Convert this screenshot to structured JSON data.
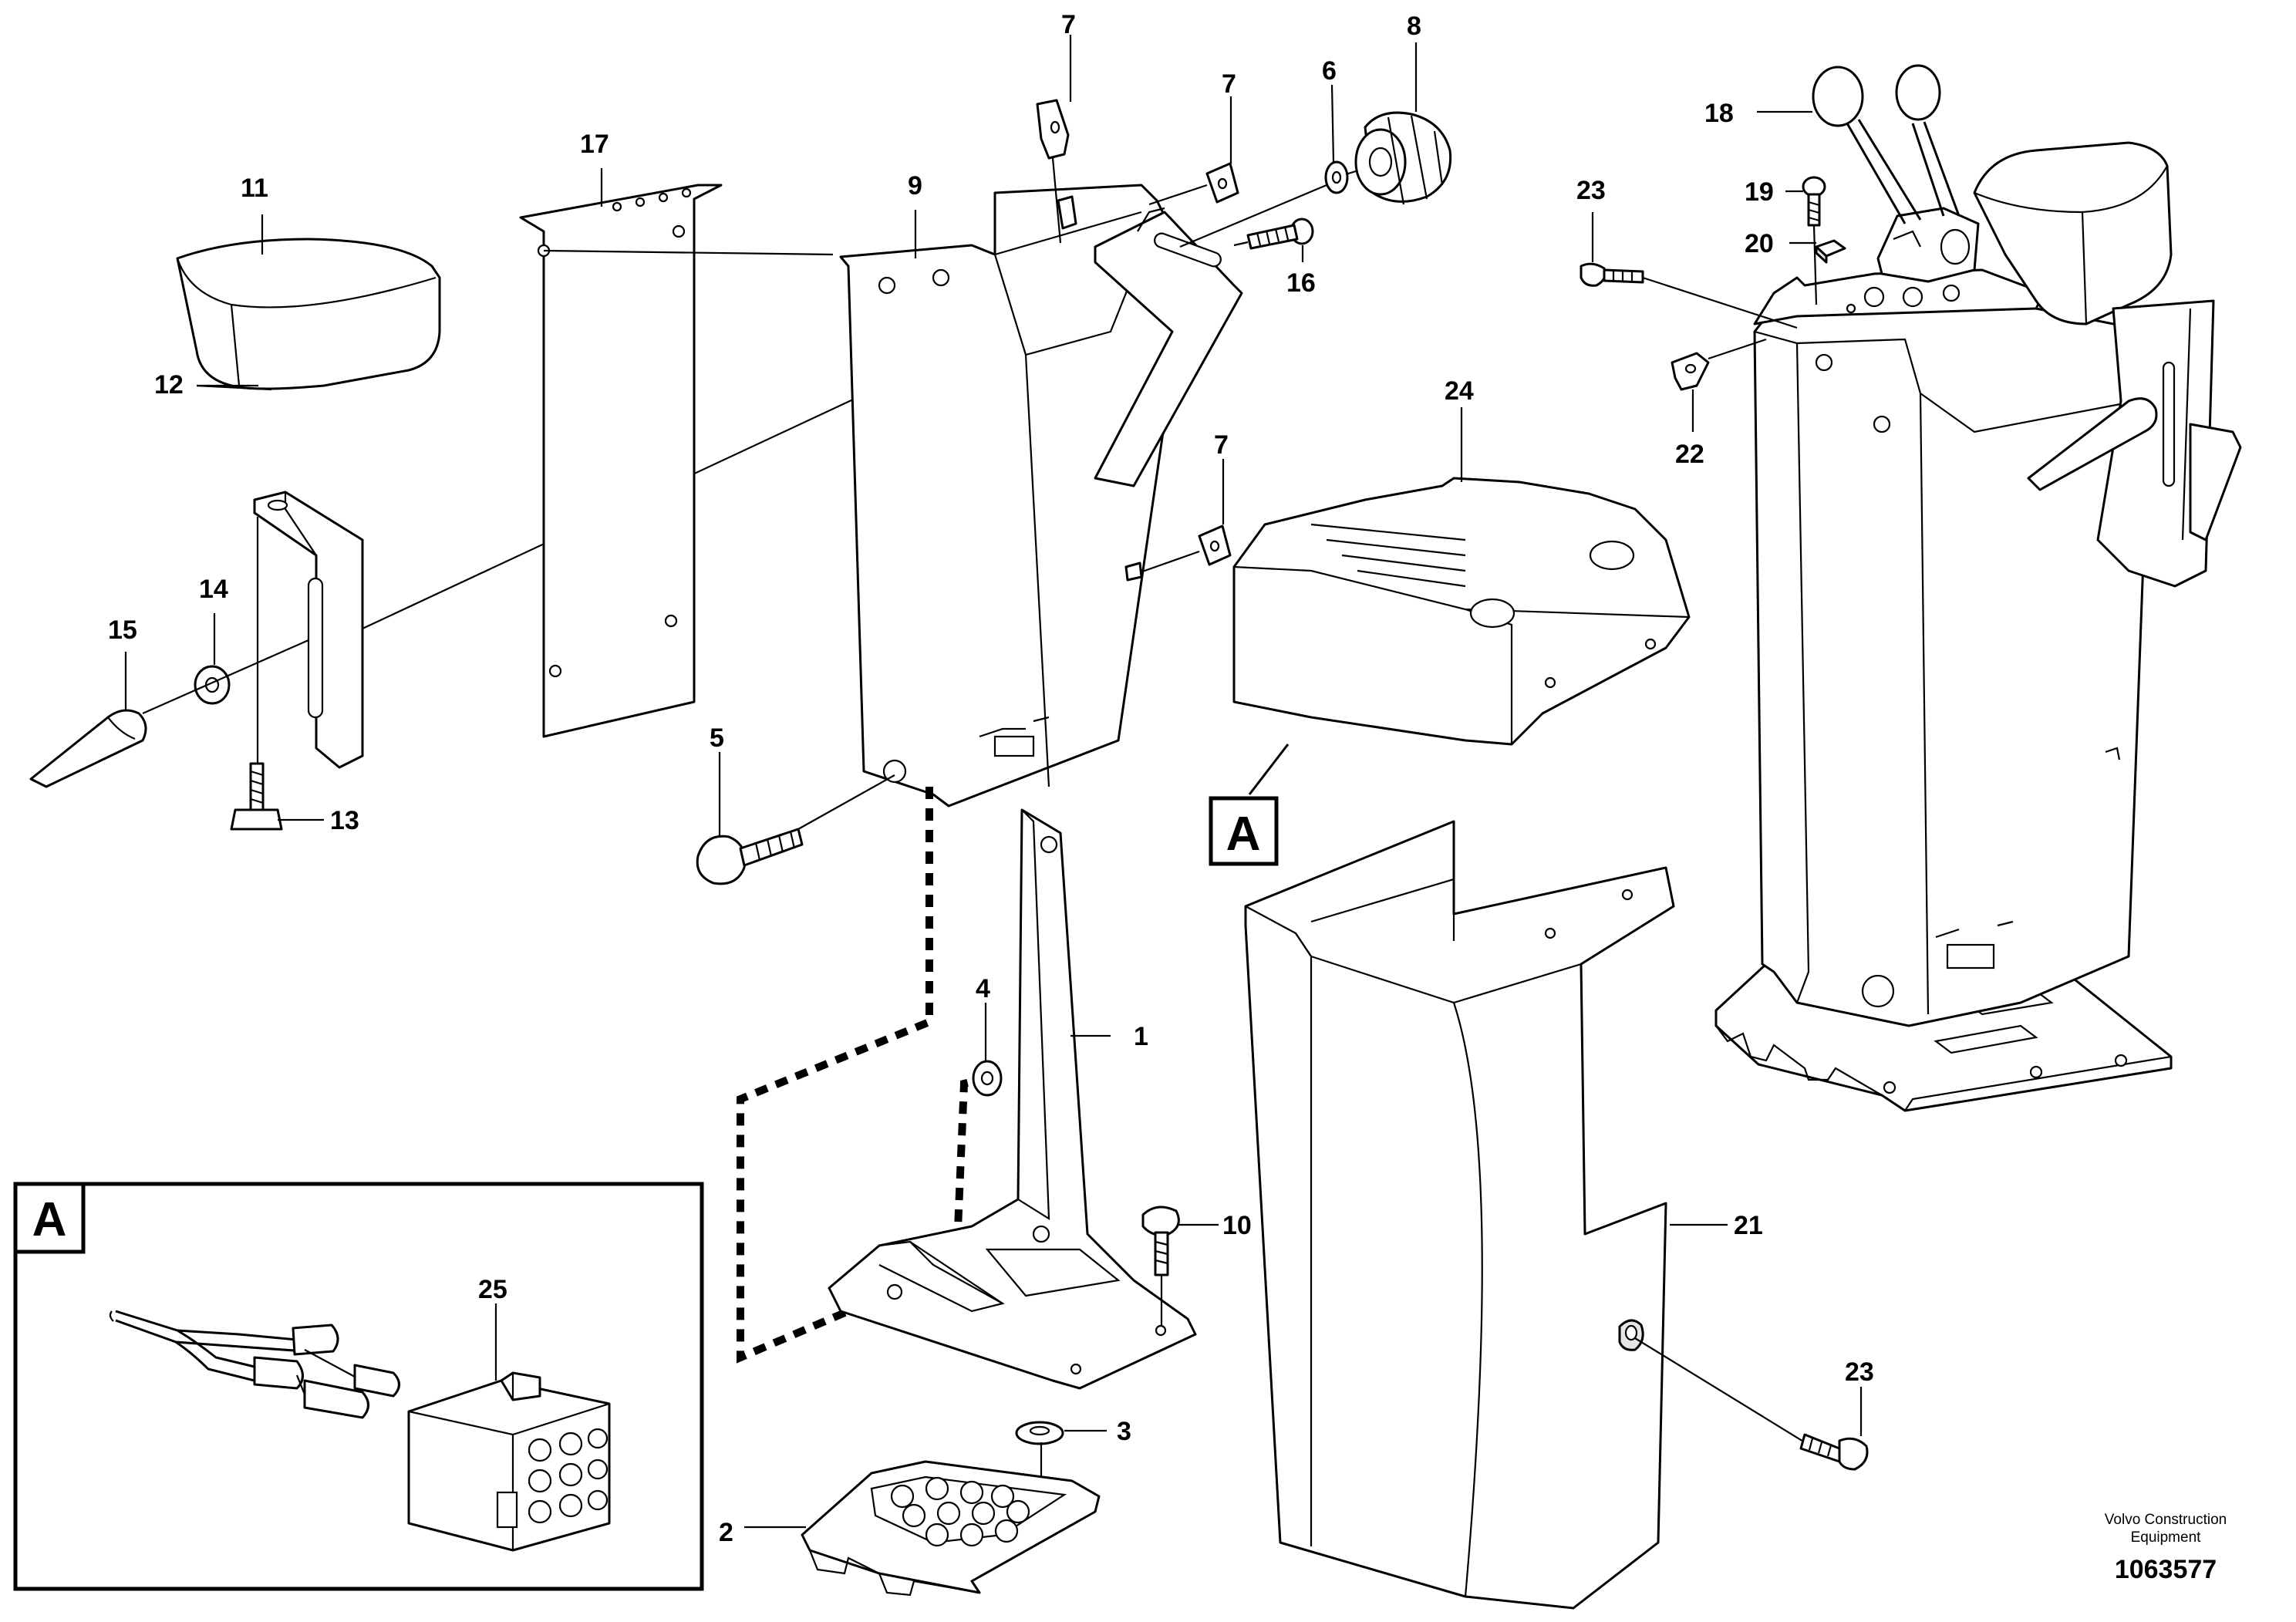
{
  "labels": {
    "p1": "1",
    "p2": "2",
    "p3": "3",
    "p4": "4",
    "p5": "5",
    "p6": "6",
    "p7a": "7",
    "p7b": "7",
    "p7c": "7",
    "p8": "8",
    "p9": "9",
    "p10": "10",
    "p11": "11",
    "p12": "12",
    "p13": "13",
    "p14": "14",
    "p15": "15",
    "p16": "16",
    "p17": "17",
    "p18": "18",
    "p19": "19",
    "p20": "20",
    "p21": "21",
    "p22": "22",
    "p23a": "23",
    "p23b": "23",
    "p24": "24",
    "p25": "25"
  },
  "view_marker": "A",
  "detail_marker": "A",
  "brand": {
    "line1": "Volvo Construction",
    "line2": "Equipment"
  },
  "drawing_number": "1063577"
}
